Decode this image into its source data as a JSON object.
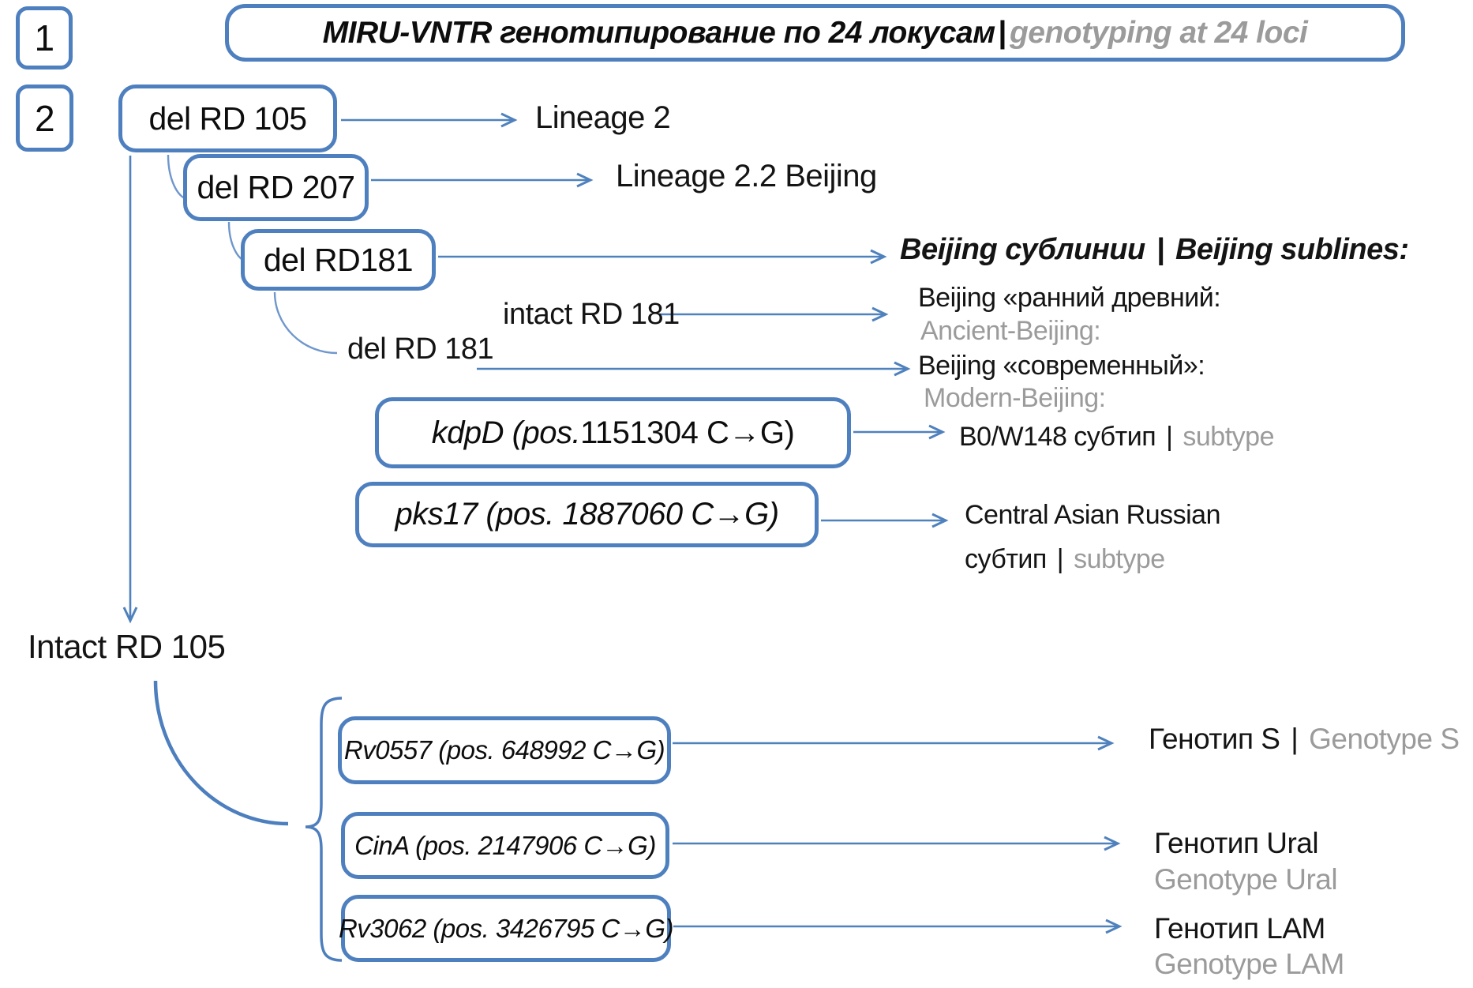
{
  "palette": {
    "box_border_blue": "#4e7fbe",
    "arrow_blue": "#4f81bd",
    "connector_light_blue": "#6f97cd",
    "secondary_text_gray": "#9b9b9b",
    "text_black": "#0d0d0d"
  },
  "steps": {
    "one": "1",
    "two": "2"
  },
  "title": {
    "ru": "MIRU-VNTR генотипирование по 24 локусам",
    "sep": "|",
    "en": "genotyping at 24 loci"
  },
  "boxes": {
    "rd105": "del RD 105",
    "rd207": "del RD 207",
    "rd181": "del RD181",
    "kdpd_gene": "kdpD (pos.",
    "kdpd_rest": "1151304 C→G)",
    "pks17": "pks17 (pos. 1887060 C→G)",
    "rv0557": "Rv0557 (pos. 648992 C→G)",
    "cina": "CinA (pos. 2147906 C→G)",
    "rv3062": "Rv3062 (pos. 3426795 C→G)"
  },
  "labels": {
    "lineage2": "Lineage 2",
    "lineage22": "Lineage 2.2 Beijing",
    "sublines_ru": "Beijing сублинии",
    "sublines_sep": "|",
    "sublines_en": "Beijing sublines:",
    "intact_rd181": "intact RD 181",
    "del_rd181": "del RD 181",
    "early_ru": "Beijing «ранний древний:",
    "early_en": "Ancient-Beijing:",
    "modern_ru": "Beijing «современный»:",
    "modern_en": "Modern-Beijing:",
    "b0_ru": "B0/W148 субтип",
    "b0_sep": "|",
    "b0_en": "subtype",
    "car_line1": "Central Asian Russian",
    "car_ru": "субтип",
    "car_sep": "|",
    "car_en": "subtype",
    "intact_rd105": "Intact RD 105",
    "genotype_s_ru": "Генотип S",
    "genotype_s_sep": "|",
    "genotype_s_en": "Genotype S",
    "ural_ru": "Генотип Ural",
    "ural_en": "Genotype Ural",
    "lam_ru": "Генотип LAM",
    "lam_en": "Genotype LAM"
  }
}
